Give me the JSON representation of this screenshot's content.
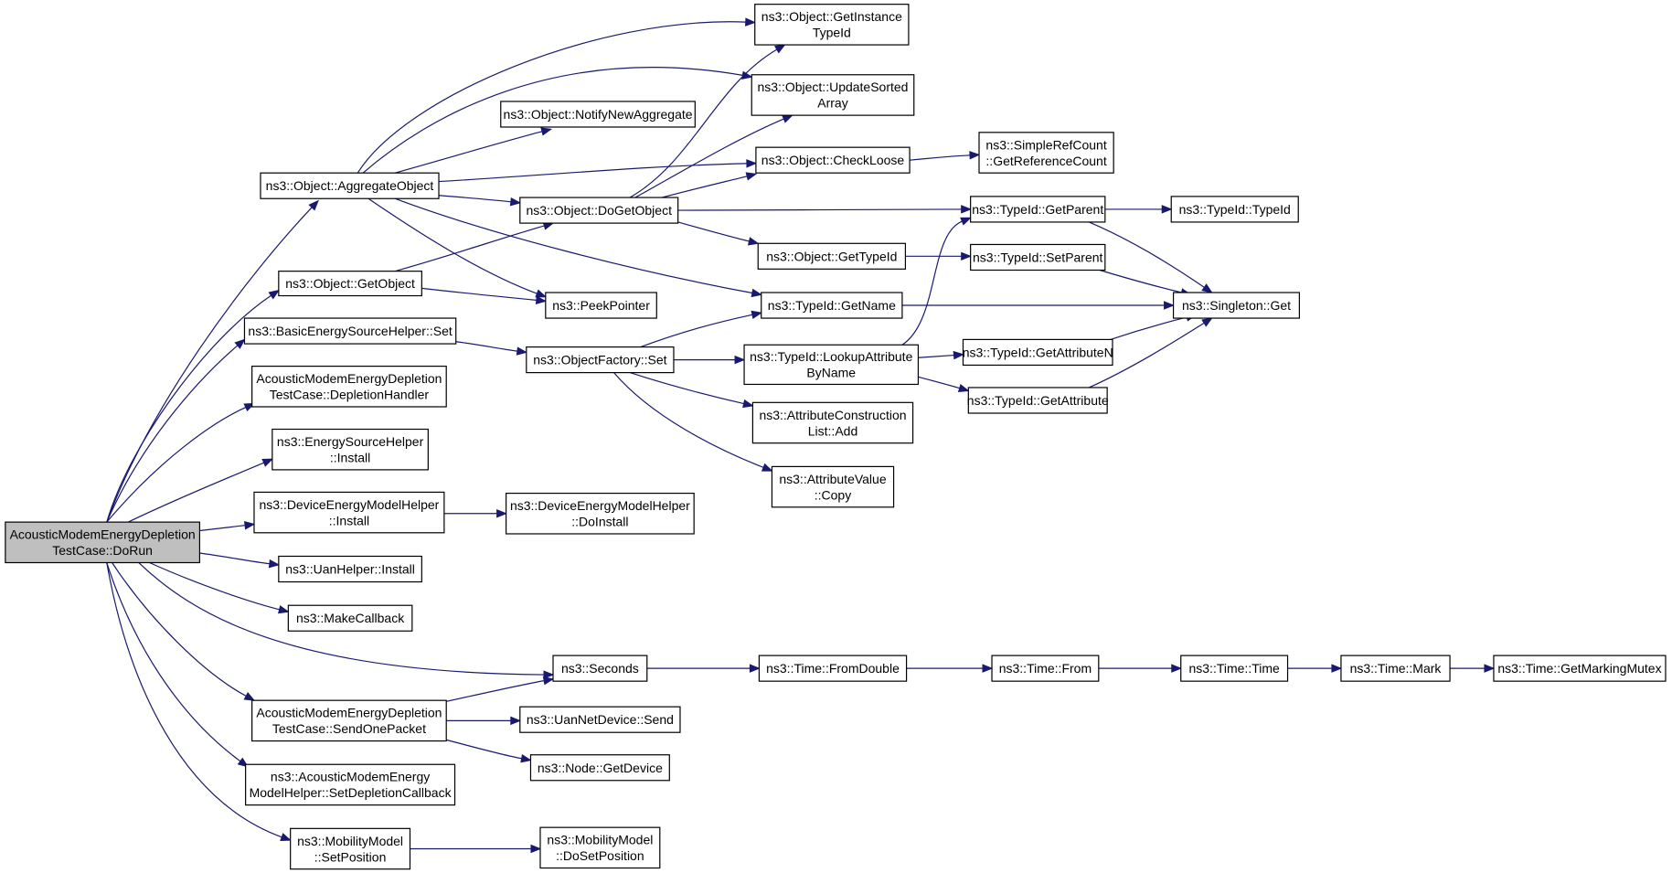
{
  "colors": {
    "edge": "#191970",
    "node_border": "#000000",
    "root_fill": "#bfbfbf",
    "node_fill": "#ffffff"
  },
  "nodes": [
    {
      "id": "dorun",
      "lines": [
        "AcousticModemEnergyDepletion",
        "TestCase::DoRun"
      ],
      "root": true
    },
    {
      "id": "aggregate",
      "lines": [
        "ns3::Object::AggregateObject"
      ]
    },
    {
      "id": "getobject",
      "lines": [
        "ns3::Object::GetObject"
      ]
    },
    {
      "id": "besh_set",
      "lines": [
        "ns3::BasicEnergySourceHelper::Set"
      ]
    },
    {
      "id": "depletionhandler",
      "lines": [
        "AcousticModemEnergyDepletion",
        "TestCase::DepletionHandler"
      ]
    },
    {
      "id": "esh_install",
      "lines": [
        "ns3::EnergySourceHelper",
        "::Install"
      ]
    },
    {
      "id": "demh_install",
      "lines": [
        "ns3::DeviceEnergyModelHelper",
        "::Install"
      ]
    },
    {
      "id": "uan_install",
      "lines": [
        "ns3::UanHelper::Install"
      ]
    },
    {
      "id": "makecallback",
      "lines": [
        "ns3::MakeCallback"
      ]
    },
    {
      "id": "sendonepacket",
      "lines": [
        "AcousticModemEnergyDepletion",
        "TestCase::SendOnePacket"
      ]
    },
    {
      "id": "setdepletioncb",
      "lines": [
        "ns3::AcousticModemEnergy",
        "ModelHelper::SetDepletionCallback"
      ]
    },
    {
      "id": "mm_setpos",
      "lines": [
        "ns3::MobilityModel",
        "::SetPosition"
      ]
    },
    {
      "id": "notifynewagg",
      "lines": [
        "ns3::Object::NotifyNewAggregate"
      ]
    },
    {
      "id": "dogetobject",
      "lines": [
        "ns3::Object::DoGetObject"
      ]
    },
    {
      "id": "peekpointer",
      "lines": [
        "ns3::PeekPointer"
      ]
    },
    {
      "id": "of_set",
      "lines": [
        "ns3::ObjectFactory::Set"
      ]
    },
    {
      "id": "demh_doinstall",
      "lines": [
        "ns3::DeviceEnergyModelHelper",
        "::DoInstall"
      ]
    },
    {
      "id": "seconds",
      "lines": [
        "ns3::Seconds"
      ]
    },
    {
      "id": "uannd_send",
      "lines": [
        "ns3::UanNetDevice::Send"
      ]
    },
    {
      "id": "node_getdevice",
      "lines": [
        "ns3::Node::GetDevice"
      ]
    },
    {
      "id": "mm_dosetpos",
      "lines": [
        "ns3::MobilityModel",
        "::DoSetPosition"
      ]
    },
    {
      "id": "getinstancetypeid",
      "lines": [
        "ns3::Object::GetInstance",
        "TypeId"
      ]
    },
    {
      "id": "updatesorted",
      "lines": [
        "ns3::Object::UpdateSorted",
        "Array"
      ]
    },
    {
      "id": "checkloose",
      "lines": [
        "ns3::Object::CheckLoose"
      ]
    },
    {
      "id": "gettypeid",
      "lines": [
        "ns3::Object::GetTypeId"
      ]
    },
    {
      "id": "tid_getname",
      "lines": [
        "ns3::TypeId::GetName"
      ]
    },
    {
      "id": "tid_lookup",
      "lines": [
        "ns3::TypeId::LookupAttribute",
        "ByName"
      ]
    },
    {
      "id": "acl_add",
      "lines": [
        "ns3::AttributeConstruction",
        "List::Add"
      ]
    },
    {
      "id": "av_copy",
      "lines": [
        "ns3::AttributeValue",
        "::Copy"
      ]
    },
    {
      "id": "time_fromdouble",
      "lines": [
        "ns3::Time::FromDouble"
      ]
    },
    {
      "id": "getrefcount",
      "lines": [
        "ns3::SimpleRefCount",
        "::GetReferenceCount"
      ]
    },
    {
      "id": "tid_getparent",
      "lines": [
        "ns3::TypeId::GetParent"
      ]
    },
    {
      "id": "tid_setparent",
      "lines": [
        "ns3::TypeId::SetParent"
      ]
    },
    {
      "id": "tid_getattrn",
      "lines": [
        "ns3::TypeId::GetAttributeN"
      ]
    },
    {
      "id": "tid_getattr",
      "lines": [
        "ns3::TypeId::GetAttribute"
      ]
    },
    {
      "id": "time_from",
      "lines": [
        "ns3::Time::From"
      ]
    },
    {
      "id": "tid_typeid",
      "lines": [
        "ns3::TypeId::TypeId"
      ]
    },
    {
      "id": "singleton_get",
      "lines": [
        "ns3::Singleton::Get"
      ]
    },
    {
      "id": "time_time",
      "lines": [
        "ns3::Time::Time"
      ]
    },
    {
      "id": "time_mark",
      "lines": [
        "ns3::Time::Mark"
      ]
    },
    {
      "id": "time_getmutex",
      "lines": [
        "ns3::Time::GetMarkingMutex"
      ]
    }
  ],
  "edges": [
    [
      "dorun",
      "aggregate"
    ],
    [
      "dorun",
      "getobject"
    ],
    [
      "dorun",
      "besh_set"
    ],
    [
      "dorun",
      "depletionhandler"
    ],
    [
      "dorun",
      "esh_install"
    ],
    [
      "dorun",
      "demh_install"
    ],
    [
      "dorun",
      "uan_install"
    ],
    [
      "dorun",
      "makecallback"
    ],
    [
      "dorun",
      "seconds"
    ],
    [
      "dorun",
      "sendonepacket"
    ],
    [
      "dorun",
      "setdepletioncb"
    ],
    [
      "dorun",
      "mm_setpos"
    ],
    [
      "aggregate",
      "getinstancetypeid"
    ],
    [
      "aggregate",
      "updatesorted"
    ],
    [
      "aggregate",
      "notifynewagg"
    ],
    [
      "aggregate",
      "checkloose"
    ],
    [
      "aggregate",
      "dogetobject"
    ],
    [
      "aggregate",
      "peekpointer"
    ],
    [
      "aggregate",
      "tid_getname"
    ],
    [
      "getobject",
      "dogetobject"
    ],
    [
      "getobject",
      "peekpointer"
    ],
    [
      "dogetobject",
      "getinstancetypeid"
    ],
    [
      "dogetobject",
      "updatesorted"
    ],
    [
      "dogetobject",
      "checkloose"
    ],
    [
      "dogetobject",
      "tid_getparent"
    ],
    [
      "dogetobject",
      "gettypeid"
    ],
    [
      "checkloose",
      "getrefcount"
    ],
    [
      "gettypeid",
      "tid_setparent"
    ],
    [
      "besh_set",
      "of_set"
    ],
    [
      "of_set",
      "tid_getname"
    ],
    [
      "of_set",
      "tid_lookup"
    ],
    [
      "of_set",
      "acl_add"
    ],
    [
      "of_set",
      "av_copy"
    ],
    [
      "tid_lookup",
      "tid_getparent"
    ],
    [
      "tid_lookup",
      "tid_getattrn"
    ],
    [
      "tid_lookup",
      "tid_getattr"
    ],
    [
      "tid_getparent",
      "tid_typeid"
    ],
    [
      "tid_getparent",
      "singleton_get"
    ],
    [
      "tid_setparent",
      "singleton_get"
    ],
    [
      "tid_getname",
      "singleton_get"
    ],
    [
      "tid_getattrn",
      "singleton_get"
    ],
    [
      "tid_getattr",
      "singleton_get"
    ],
    [
      "demh_install",
      "demh_doinstall"
    ],
    [
      "seconds",
      "time_fromdouble"
    ],
    [
      "time_fromdouble",
      "time_from"
    ],
    [
      "time_from",
      "time_time"
    ],
    [
      "time_time",
      "time_mark"
    ],
    [
      "time_mark",
      "time_getmutex"
    ],
    [
      "sendonepacket",
      "seconds"
    ],
    [
      "sendonepacket",
      "uannd_send"
    ],
    [
      "sendonepacket",
      "node_getdevice"
    ],
    [
      "mm_setpos",
      "mm_dosetpos"
    ]
  ]
}
